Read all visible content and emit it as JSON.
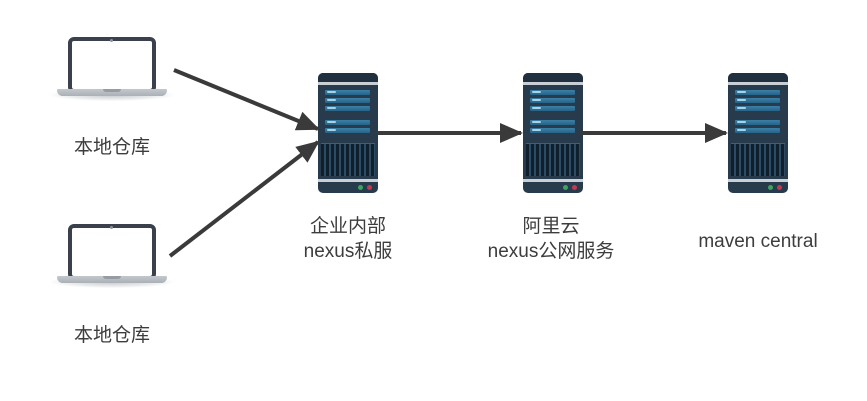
{
  "diagram": {
    "title": "maven nexus repository proxy diagram",
    "background_color": "#ffffff",
    "arrow_color": "#3a3a3a",
    "label_color": "#3d3d3d",
    "server_body_color": "#273b4d",
    "server_slot_color": "#2e7095",
    "led_green_color": "#3ea35f",
    "led_red_color": "#c13a4e",
    "nodes": {
      "laptop1": {
        "type": "laptop",
        "label": "本地仓库"
      },
      "laptop2": {
        "type": "laptop",
        "label": "本地仓库"
      },
      "server1": {
        "type": "server",
        "label_line1": "企业内部",
        "label_line2": "nexus私服"
      },
      "server2": {
        "type": "server",
        "label_line1": "阿里云",
        "label_line2": "nexus公网服务"
      },
      "server3": {
        "type": "server",
        "label_line1": "maven central"
      }
    },
    "edges": [
      {
        "from": "laptop1",
        "to": "server1"
      },
      {
        "from": "laptop2",
        "to": "server1"
      },
      {
        "from": "server1",
        "to": "server2"
      },
      {
        "from": "server2",
        "to": "server3"
      }
    ]
  }
}
